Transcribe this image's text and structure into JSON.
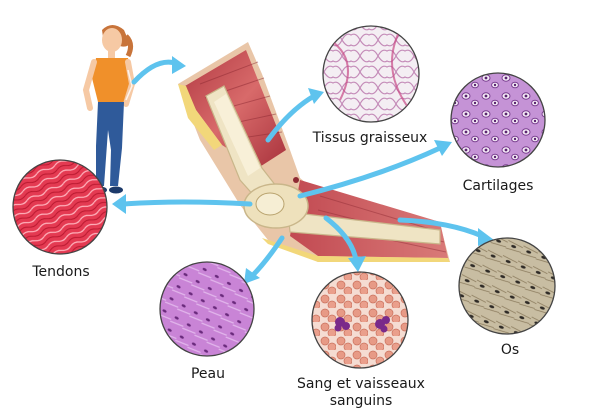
{
  "labels": {
    "adipose": "Tissus graisseux",
    "cartilage": "Cartilages",
    "tendons": "Tendons",
    "skin": "Peau",
    "blood_line1": "Sang et vaisseaux",
    "blood_line2": "sanguins",
    "bone": "Os"
  },
  "colors": {
    "arrow": "#5ec3ee",
    "muscle": "#c9535a",
    "fat": "#f2d77a",
    "bone": "#efe4c4",
    "tendon": "#e0374f",
    "cartilage": "#b07ac4",
    "skin": "#b56ac9",
    "blood": "#e8a08f",
    "os": "#b9ab8e",
    "shirt": "#f0902a",
    "jeans": "#2f5a9a"
  },
  "icons": [
    "woman-figure",
    "elbow-cross-section",
    "adipose-tissue-micrograph",
    "cartilage-micrograph",
    "tendon-micrograph",
    "skin-micrograph",
    "blood-micrograph",
    "bone-micrograph"
  ]
}
